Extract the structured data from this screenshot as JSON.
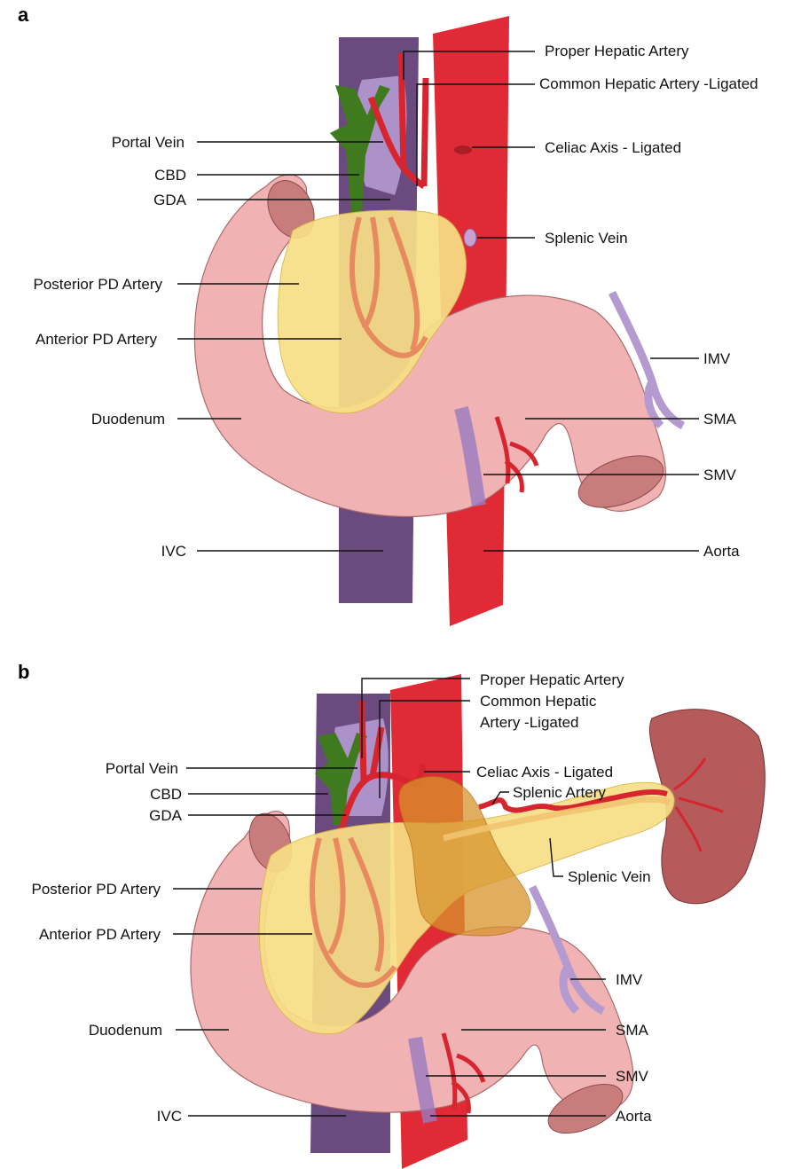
{
  "panels": [
    {
      "letter": "a",
      "labels": {
        "proper_hepatic_artery": "Proper Hepatic Artery",
        "common_hepatic_artery": "Common Hepatic Artery -Ligated",
        "portal_vein": "Portal Vein",
        "celiac_axis": "Celiac Axis - Ligated",
        "cbd": "CBD",
        "gda": "GDA",
        "splenic_vein": "Splenic Vein",
        "posterior_pd_artery": "Posterior PD Artery",
        "anterior_pd_artery": "Anterior PD Artery",
        "imv": "IMV",
        "duodenum": "Duodenum",
        "sma": "SMA",
        "smv": "SMV",
        "ivc": "IVC",
        "aorta": "Aorta"
      }
    },
    {
      "letter": "b",
      "labels": {
        "proper_hepatic_artery": "Proper Hepatic Artery",
        "common_hepatic_artery_line1": "Common Hepatic",
        "common_hepatic_artery_line2": "Artery -Ligated",
        "portal_vein": "Portal Vein",
        "celiac_axis": "Celiac Axis - Ligated",
        "splenic_artery": "Splenic Artery",
        "cbd": "CBD",
        "gda": "GDA",
        "posterior_pd_artery": "Posterior PD Artery",
        "splenic_vein": "Splenic Vein",
        "anterior_pd_artery": "Anterior PD Artery",
        "imv": "IMV",
        "duodenum": "Duodenum",
        "sma": "SMA",
        "smv": "SMV",
        "ivc": "IVC",
        "aorta": "Aorta"
      }
    }
  ],
  "colors": {
    "ivc": "#6b4a80",
    "aorta": "#e02a35",
    "duodenum": "#f0b2b2",
    "pancreas": "#f7df86",
    "artery": "#d6252f",
    "portal_vein": "#b59ad0",
    "cbd": "#3f7a1e",
    "spleen": "#b65b5b"
  }
}
